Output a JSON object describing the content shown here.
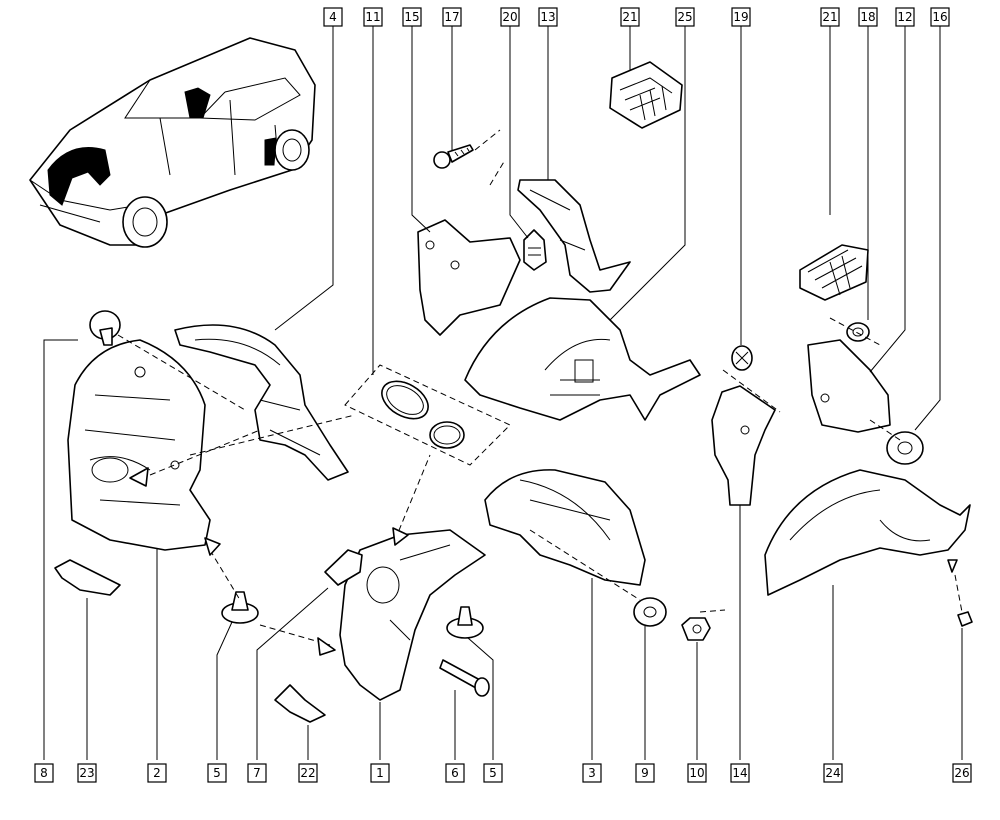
{
  "labels": {
    "top": [
      "4",
      "11",
      "15",
      "17",
      "20",
      "13",
      "21",
      "25",
      "19",
      "21",
      "18",
      "12",
      "16"
    ],
    "bottom": [
      "8",
      "23",
      "2",
      "5",
      "7",
      "22",
      "1",
      "6",
      "5",
      "3",
      "9",
      "10",
      "14",
      "24",
      "26"
    ]
  }
}
